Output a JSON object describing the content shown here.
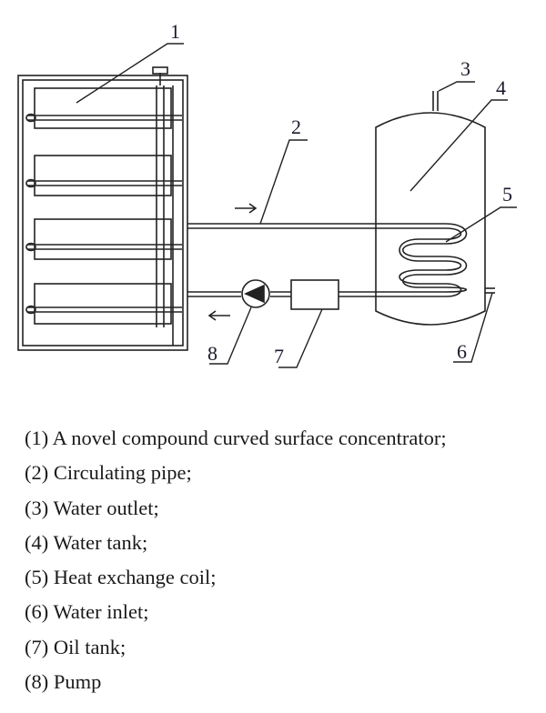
{
  "diagram": {
    "callouts": [
      "1",
      "2",
      "3",
      "4",
      "5",
      "6",
      "7",
      "8"
    ],
    "flow_arrows": [
      "→",
      "←"
    ]
  },
  "legend": [
    "(1) A novel compound curved surface concentrator;",
    "(2) Circulating pipe;",
    "(3) Water outlet;",
    "(4) Water tank;",
    "(5) Heat exchange coil;",
    "(6) Water inlet;",
    "(7) Oil tank;",
    "(8) Pump"
  ],
  "colors": {
    "line": "#222222",
    "label": "#1a1a2e",
    "text": "#1a1a1a"
  }
}
